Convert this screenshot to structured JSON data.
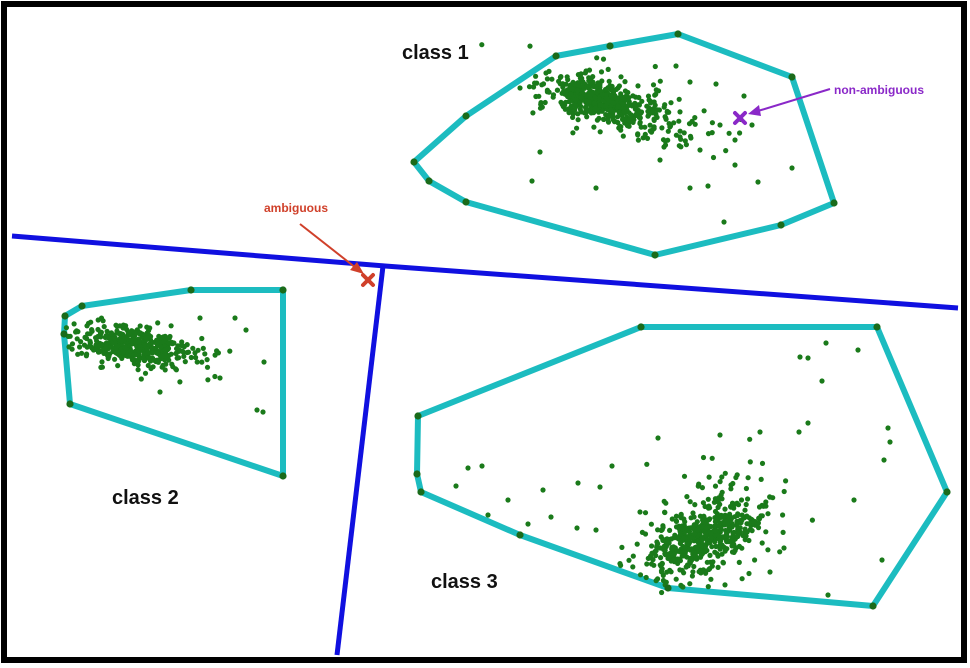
{
  "labels": {
    "class1": "class 1",
    "class2": "class 2",
    "class3": "class 3",
    "ambiguous": "ambiguous",
    "non_ambiguous": "non-ambiguous"
  },
  "colors": {
    "frame": "#000000",
    "boundary": "#1010e0",
    "hull": "#1cbcc0",
    "points": "#1a7a1a",
    "ambiguous": "#d0402a",
    "non_ambiguous": "#8a28c8"
  }
}
